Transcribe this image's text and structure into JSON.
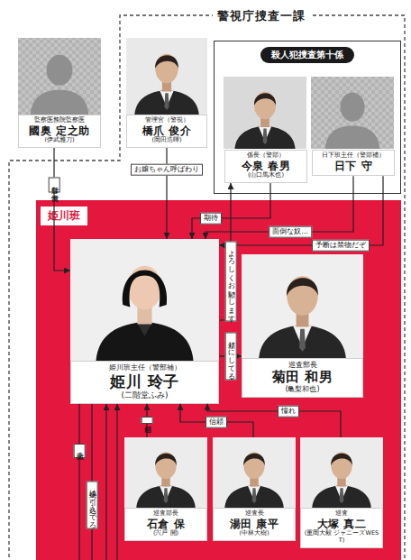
{
  "diagram": {
    "nodes": [
      {
        "text": [
          "警視庁捜査一課"
        ]
      },
      {
        "text": [
          "監察医務院監察医",
          "國奥 定之助",
          "(伊武雅刀)"
        ]
      },
      {
        "text": [
          "管理官（警視）",
          "橋爪 俊介",
          "(岡田浩暉)"
        ],
        "in": 0
      },
      {
        "text": [
          "殺人犯捜査第十係"
        ],
        "in": 0
      },
      {
        "text": [
          "係長（警部）",
          "今泉 春男",
          "(山口馬木也)"
        ],
        "in": 3
      },
      {
        "text": [
          "日下班主任（警部補）",
          "日下 守"
        ],
        "in": 3
      },
      {
        "text": [
          "姫川班"
        ],
        "in": 0
      },
      {
        "text": [
          "姫川班主任（警部補）",
          "姫川 玲子",
          "(二階堂ふみ)"
        ],
        "in": 6
      },
      {
        "text": [
          "巡査部長",
          "菊田 和男",
          "(亀梨和也)"
        ],
        "in": 6
      },
      {
        "text": [
          "巡査部長",
          "石倉 保",
          "(宍戸 開)"
        ],
        "in": 6
      },
      {
        "text": [
          "巡査長",
          "湯田 康平",
          "(中林大樹)"
        ],
        "in": 6
      },
      {
        "text": [
          "巡査",
          "大塚 真二",
          "(重岡大毅 ジャニーズWEST)"
        ],
        "in": 6
      }
    ],
    "edges": [
      {
        "from": 1,
        "to": 7,
        "arrow": "to",
        "label": "奇妙な友情"
      },
      {
        "from": 2,
        "to": 7,
        "arrow": "to",
        "label": "お嬢ちゃん呼ばわり"
      },
      {
        "from": 4,
        "to": 7,
        "arrow": "to",
        "label": "期待"
      },
      {
        "from": 5,
        "to": 7,
        "arrow": "to",
        "label": "面倒な奴…"
      },
      {
        "from": 5,
        "to": 7,
        "arrow": "to",
        "label": "予断は禁物だぞ"
      },
      {
        "from": 7,
        "to": 4,
        "arrow": "to",
        "label": "よろしくお願いします"
      },
      {
        "from": 7,
        "to": 8,
        "arrow": "to",
        "label": "頼りにしてる"
      },
      {
        "from": 9,
        "to": 7,
        "arrow": "to",
        "label": "信頼"
      },
      {
        "from": 10,
        "to": 7,
        "arrow": "to",
        "label": "信頼"
      },
      {
        "from": 11,
        "to": 7,
        "arrow": "to",
        "label": "憧れ"
      }
    ],
    "labels": [
      "天敵！",
      "小娘は引っ込んでろ"
    ]
  }
}
